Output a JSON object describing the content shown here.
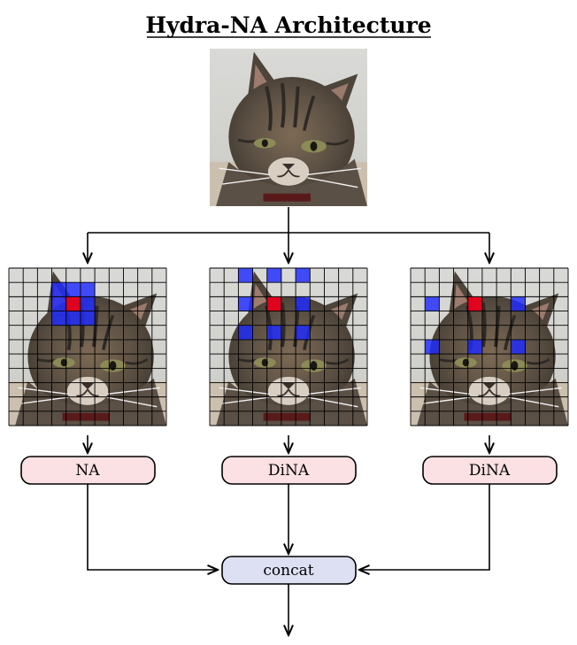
{
  "title": "Hydra-NA Architecture",
  "nodes": {
    "left": "NA",
    "middle": "DiNA",
    "right": "DiNA",
    "concat": "concat"
  },
  "colors": {
    "neighborhood_blue": "#1f2bff",
    "query_red": "#e8001c",
    "na_node_fill": "#fbe1e3",
    "concat_node_fill": "#dde0f2",
    "grid_line": "#000000"
  },
  "grid": {
    "size": 11,
    "query": [
      2,
      4
    ],
    "branches": [
      {
        "name": "NA",
        "dilation": 1
      },
      {
        "name": "DiNA",
        "dilation": 2
      },
      {
        "name": "DiNA",
        "dilation": 3
      }
    ]
  }
}
